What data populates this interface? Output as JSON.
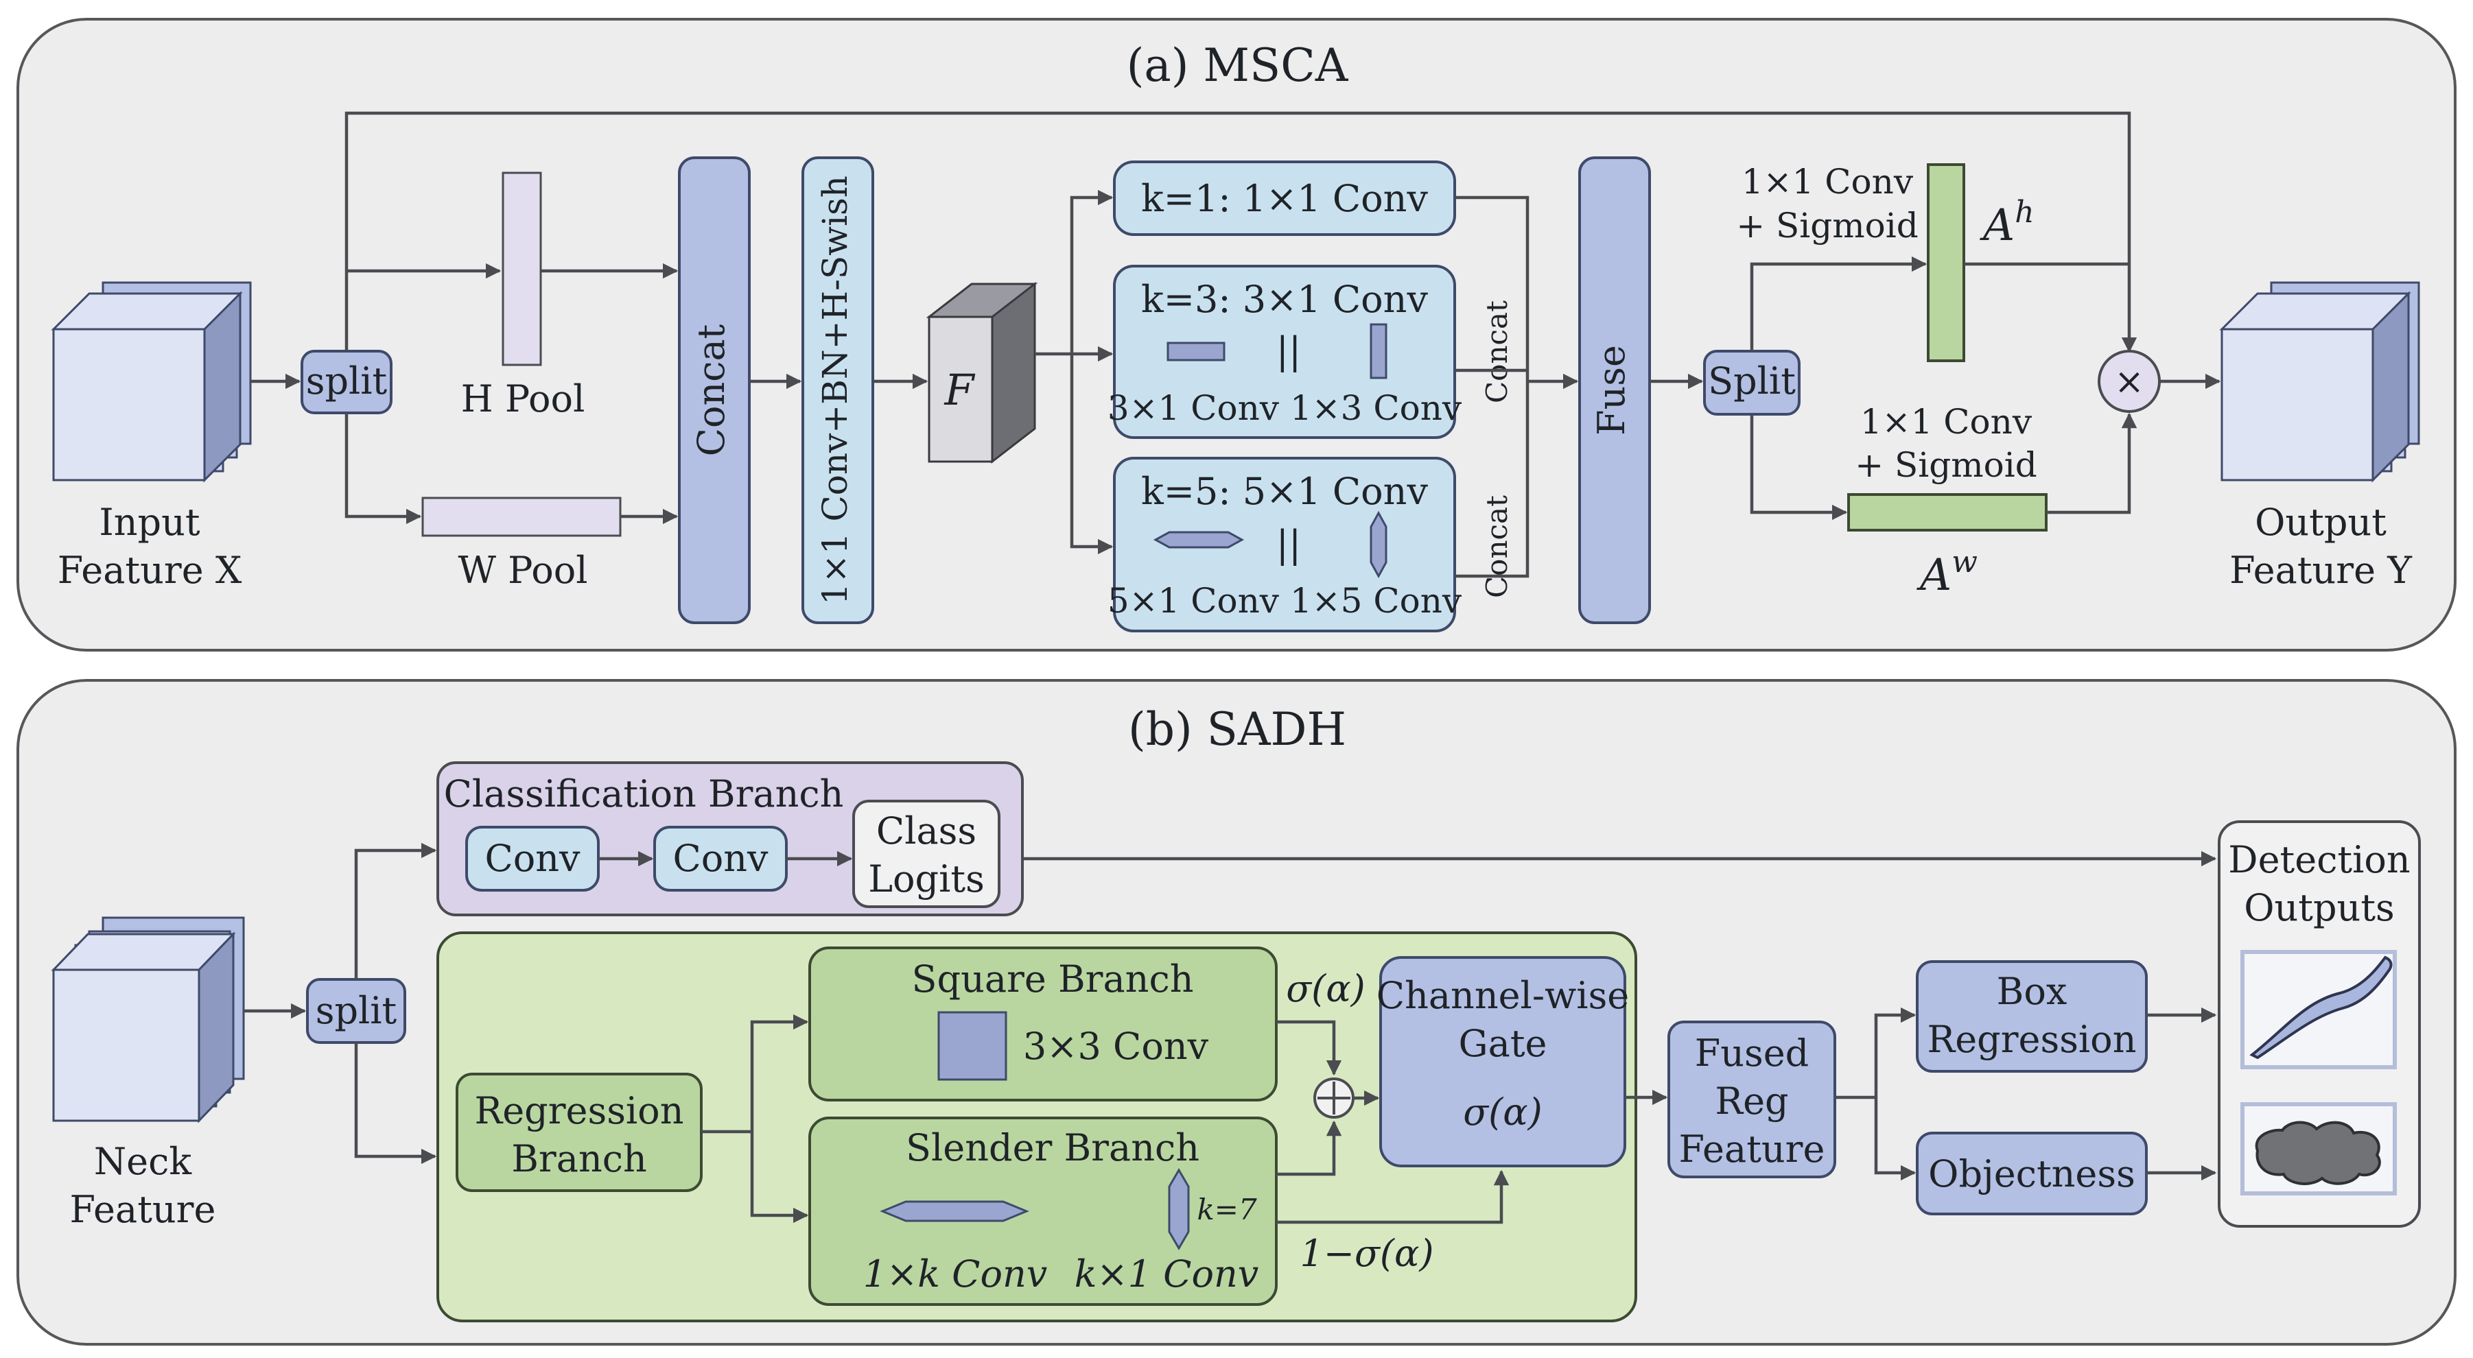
{
  "panel_a": {
    "title": "(a) MSCA",
    "input_label_1": "Input",
    "input_label_2": "Feature X",
    "split": "split",
    "h_pool": "H Pool",
    "w_pool": "W Pool",
    "concat": "Concat",
    "conv_bn": "1×1 Conv+BN+H-Swish",
    "f_label": "F",
    "k1": "k=1: 1×1 Conv",
    "k3_title": "k=3: 3×1 Conv",
    "k3_sub": "3×1 Conv 1×3 Conv",
    "k5_title": "k=5: 5×1 Conv",
    "k5_sub": "5×1 Conv 1×5 Conv",
    "parallel": "||",
    "concat_small": "Concat",
    "fuse": "Fuse",
    "split2": "Split",
    "top_sig_1": "1×1 Conv",
    "top_sig_2": "+ Sigmoid",
    "ah_base": "A",
    "ah_sup": "h",
    "bot_sig_1": "1×1 Conv",
    "bot_sig_2": "+ Sigmoid",
    "aw_base": "A",
    "aw_sup": "w",
    "multiply": "×",
    "output_label_1": "Output",
    "output_label_2": "Feature Y"
  },
  "panel_b": {
    "title": "(b) SADH",
    "neck_label_1": "Neck",
    "neck_label_2": "Feature",
    "split": "split",
    "cls_branch": "Classification Branch",
    "conv1": "Conv",
    "conv2": "Conv",
    "class_logits_1": "Class",
    "class_logits_2": "Logits",
    "reg_branch_1": "Regression",
    "reg_branch_2": "Branch",
    "square_branch": "Square Branch",
    "square_conv": "3×3 Conv",
    "slender_branch": "Slender Branch",
    "k7": "k=7",
    "slender_conv_1": "1×k Conv",
    "slender_conv_2": "k×1 Conv",
    "sigma_top": "σ(α)",
    "plus": "+",
    "gate_1": "Channel-wise",
    "gate_2": "Gate",
    "gate_sigma": "σ(α)",
    "one_minus_sigma": "1−σ(α)",
    "fused_1": "Fused",
    "fused_2": "Reg",
    "fused_3": "Feature",
    "box_reg_1": "Box",
    "box_reg_2": "Regression",
    "objectness": "Objectness",
    "det_out_1": "Detection",
    "det_out_2": "Outputs"
  },
  "colors": {
    "panel_bg": "#ededee",
    "blue": "#b3c0e3",
    "light_blue": "#c9e1ef",
    "green": "#b9d6a0",
    "light_green": "#d8e9c2",
    "purple": "#d9d2e8"
  }
}
